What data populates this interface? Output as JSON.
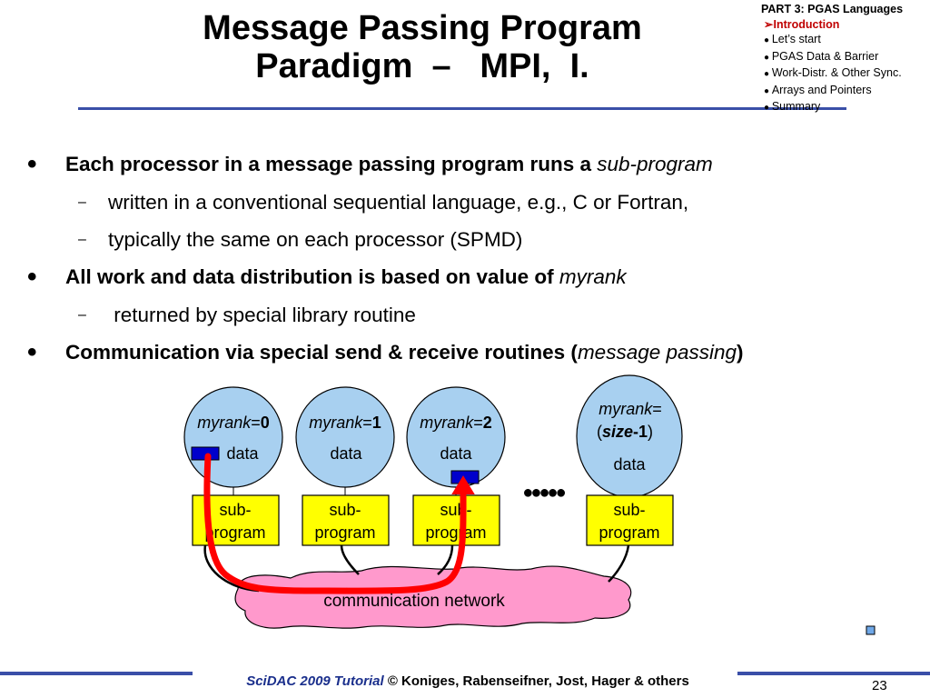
{
  "title": {
    "line1": "Message Passing Program",
    "line2": "Paradigm  –   MPI,  I."
  },
  "outline": {
    "heading": "PART 3: PGAS Languages",
    "active_marker": "➢",
    "items": [
      {
        "label": "Introduction",
        "active": true
      },
      {
        "label": "Let’s start",
        "active": false
      },
      {
        "label": "PGAS Data & Barrier",
        "active": false
      },
      {
        "label": "Work-Distr. & Other Sync.",
        "active": false
      },
      {
        "label": "Arrays and Pointers",
        "active": false
      },
      {
        "label": "Summary",
        "active": false
      }
    ]
  },
  "bullets": {
    "b1_text": "Each processor in a message passing program runs a ",
    "b1_italic": "sub-program",
    "b1_sub1": "written in a conventional sequential language, e.g., C or Fortran,",
    "b1_sub2": "typically the same on each processor (SPMD)",
    "b2_text": "All work and data distribution is based on value of ",
    "b2_italic": "myrank",
    "b2_sub1": " returned by special library routine",
    "b3_text": "Communication via special send & receive routines (",
    "b3_italic": "message passing",
    "b3_close": ")"
  },
  "diagram": {
    "processors": [
      {
        "rank_label": "myrank",
        "eq": "=",
        "rank_value": "0",
        "data": "data",
        "sub1": "sub-",
        "sub2": "program"
      },
      {
        "rank_label": "myrank",
        "eq": "=",
        "rank_value": "1",
        "data": "data",
        "sub1": "sub-",
        "sub2": "program"
      },
      {
        "rank_label": "myrank",
        "eq": "=",
        "rank_value": "2",
        "data": "data",
        "sub1": "sub-",
        "sub2": "program"
      },
      {
        "rank_label": "myrank",
        "eq": "=",
        "rank_open": "(",
        "rank_size": "size",
        "rank_rest": "-1",
        "rank_close": ")",
        "data": "data",
        "sub1": "sub-",
        "sub2": "program"
      }
    ],
    "ellipsis": "●●●●●",
    "network_label": "communication network"
  },
  "colors": {
    "node_fill": "#a8d0f0",
    "subprogram_fill": "#ffff00",
    "network_fill": "#ff99cc",
    "arrow": "#ff0000",
    "data_block": "#0000cc",
    "rule": "#3a4fa8"
  },
  "footer": {
    "brand": "SciDAC 2009 Tutorial",
    "rest": " © Koniges, Rabenseifner, Jost, Hager & others",
    "page": "23"
  }
}
